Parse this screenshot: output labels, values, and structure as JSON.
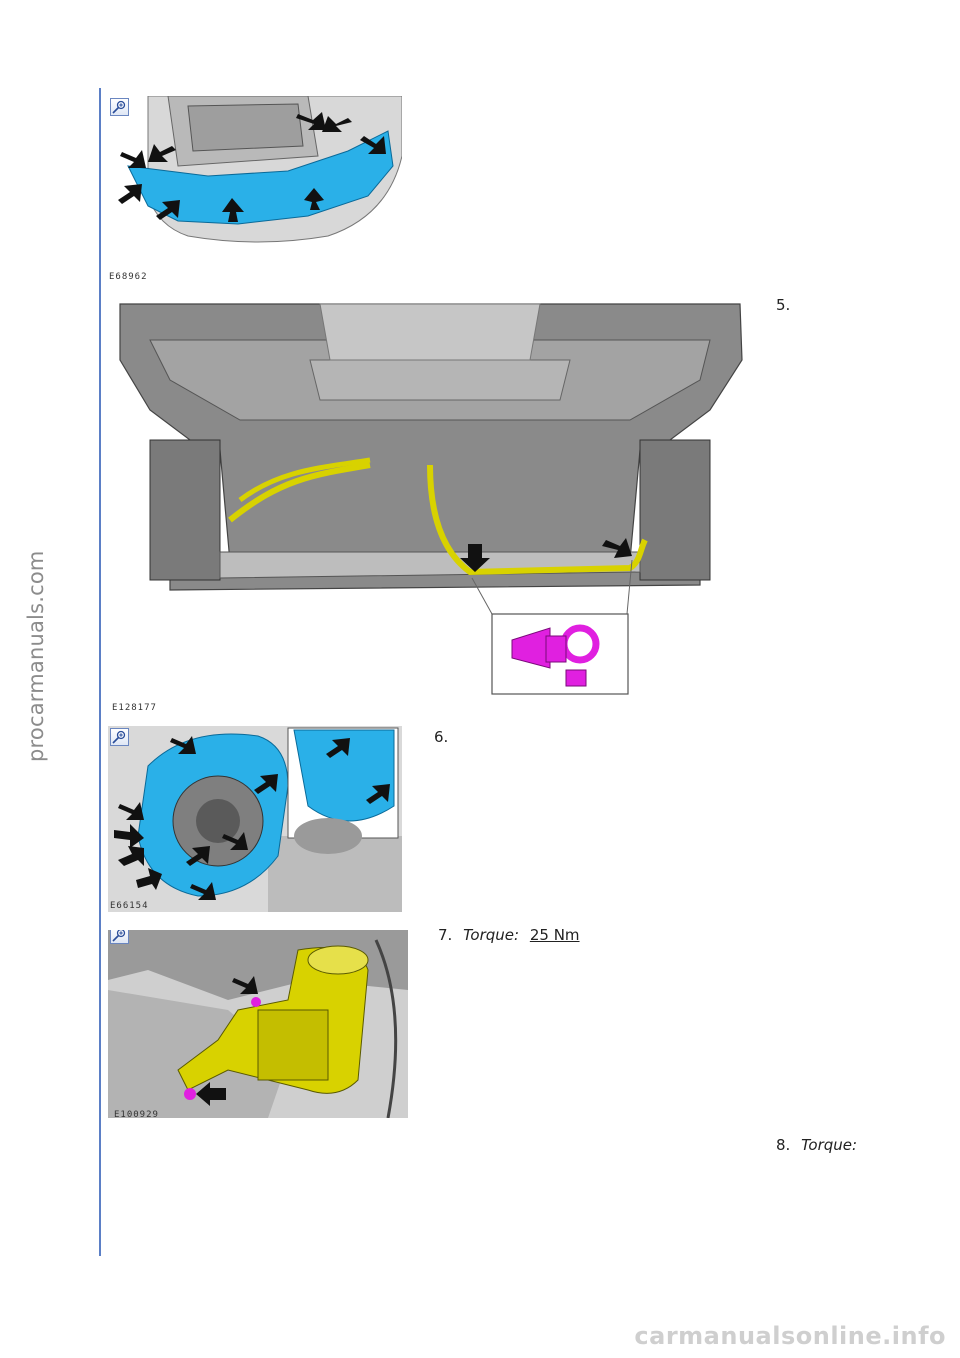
{
  "watermarks": {
    "side": "procarmanuals.com",
    "bottom": "carmanualsonline.info"
  },
  "figures": [
    {
      "label": "E68962"
    },
    {
      "label": "E128177"
    },
    {
      "label": "E66154"
    },
    {
      "label": "E100929"
    }
  ],
  "steps": [
    {
      "number": "5.",
      "torque_label": "",
      "torque_value": ""
    },
    {
      "number": "6.",
      "torque_label": "",
      "torque_value": ""
    },
    {
      "number": "7.",
      "torque_label": "Torque:",
      "torque_value": "25 Nm"
    },
    {
      "number": "8.",
      "torque_label": "Torque:",
      "torque_value": ""
    }
  ],
  "colors": {
    "accent_line": "#5b7fc6",
    "part_blue": "#2ab0e8",
    "part_yellow": "#d8d200",
    "part_magenta": "#e020e0"
  },
  "icons": [
    "zoom-icon",
    "arrow-icon"
  ]
}
